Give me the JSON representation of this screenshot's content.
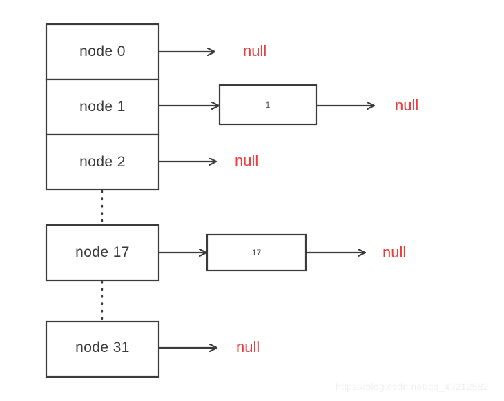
{
  "diagram": {
    "title": "hash-table-bucket-array-linked-list-diagram",
    "colors": {
      "stroke": "#3b3b3b",
      "null_text": "#ee3b3b",
      "node_text": "#3b3b3b",
      "value_text": "#4a4a4a",
      "background": "#ffffff",
      "watermark": "#f0f0f0"
    },
    "bucket_array": {
      "buckets": [
        {
          "label": "node 0",
          "value": null,
          "terminator": "null"
        },
        {
          "label": "node 1",
          "value": "1",
          "terminator": "null"
        },
        {
          "label": "node 2",
          "value": null,
          "terminator": "null"
        },
        {
          "label": "node 17",
          "value": "17",
          "terminator": "null"
        },
        {
          "label": "node 31",
          "value": null,
          "terminator": "null"
        }
      ]
    },
    "ellipsis": [
      {
        "name": "ellipsis-between-node2-and-node17"
      },
      {
        "name": "ellipsis-between-node17-and-node31"
      }
    ],
    "watermark": "https://blog.csdn.net/qq_43212582"
  }
}
